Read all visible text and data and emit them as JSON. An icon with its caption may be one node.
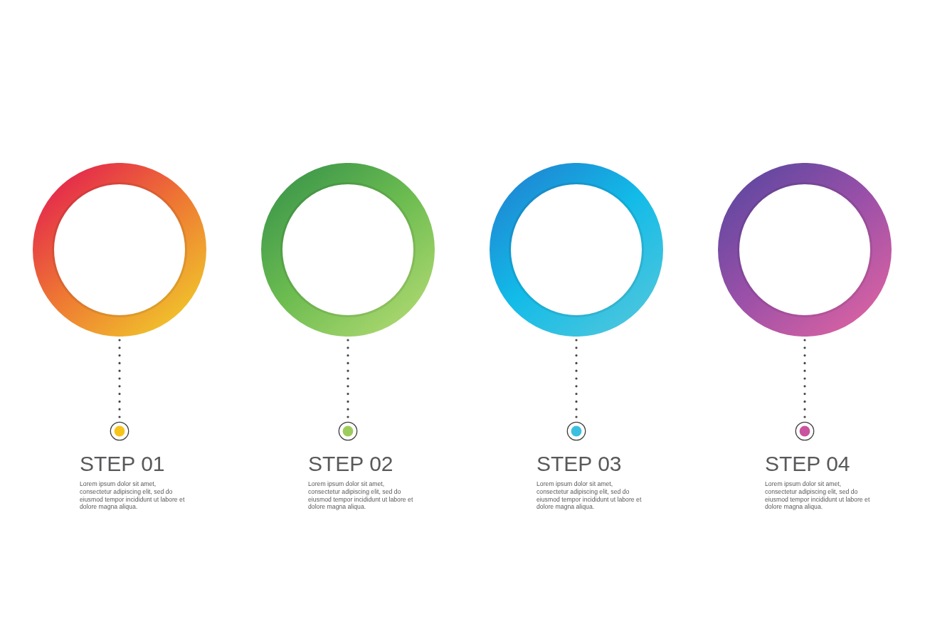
{
  "diagram": {
    "nodes": [
      {
        "text": [],
        "shape": "circle"
      },
      {
        "text": [],
        "shape": "circle",
        "beside": [
          "STEP 01",
          "Lorem ipsum dolor sit amet, consectetur adipiscing elit, sed do eiusmod tempor incididunt ut labore et dolore magna aliqua."
        ]
      },
      {
        "text": [],
        "shape": "circle"
      },
      {
        "text": [],
        "shape": "circle",
        "beside": [
          "STEP 02",
          "Lorem ipsum dolor sit amet, consectetur adipiscing elit, sed do eiusmod tempor incididunt ut labore et dolore magna aliqua."
        ]
      },
      {
        "text": [],
        "shape": "circle"
      },
      {
        "text": [],
        "shape": "circle",
        "beside": [
          "STEP 03",
          "Lorem ipsum dolor sit amet, consectetur adipiscing elit, sed do eiusmod tempor incididunt ut labore et dolore magna aliqua."
        ]
      },
      {
        "text": [],
        "shape": "circle"
      },
      {
        "text": [],
        "shape": "circle",
        "beside": [
          "STEP 04",
          "Lorem ipsum dolor sit amet, consectetur adipiscing elit, sed do eiusmod tempor incididunt ut labore et dolore magna aliqua."
        ]
      }
    ],
    "edges": [
      {
        "from": 0,
        "to": 1,
        "arrow": "none",
        "style": "dashed"
      },
      {
        "from": 2,
        "to": 3,
        "arrow": "none",
        "style": "dashed"
      },
      {
        "from": 4,
        "to": 5,
        "arrow": "none",
        "style": "dashed"
      },
      {
        "from": 6,
        "to": 7,
        "arrow": "none",
        "style": "dashed"
      }
    ]
  }
}
